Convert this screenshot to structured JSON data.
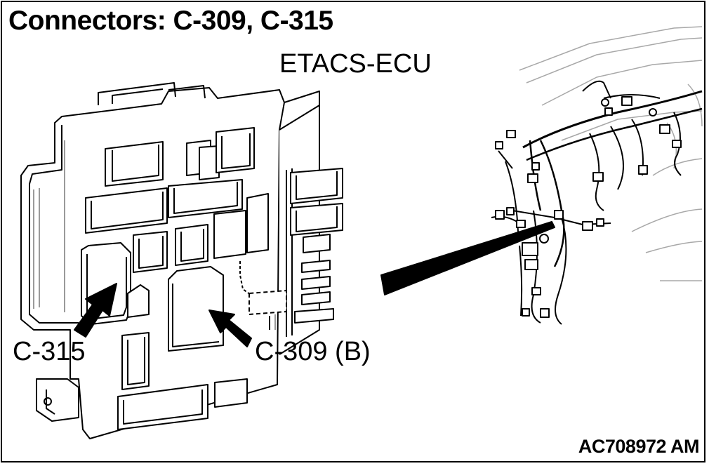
{
  "title": "Connectors: C-309, C-315",
  "component_label": "ETACS-ECU",
  "callouts": {
    "c315": "C-315",
    "c309": "C-309 (B)"
  },
  "figure_id": "AC708972 AM",
  "colors": {
    "line": "#000000",
    "light_line": "#9a9a9a",
    "background": "#ffffff"
  }
}
